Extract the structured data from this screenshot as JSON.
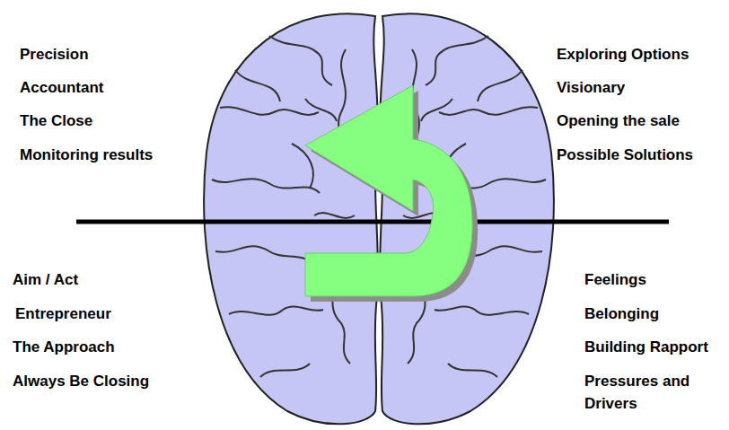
{
  "diagram": {
    "labels": [
      "Precision",
      "Accountant",
      "The Close",
      "Monitoring results",
      "Exploring Options",
      "Visionary",
      "Opening the sale",
      "Possible Solutions",
      "Aim / Act",
      "Entrepreneur",
      "The Approach",
      "Always Be Closing",
      "Feelings",
      "Belonging",
      "Building Rapport",
      "Pressures and Drivers"
    ]
  }
}
